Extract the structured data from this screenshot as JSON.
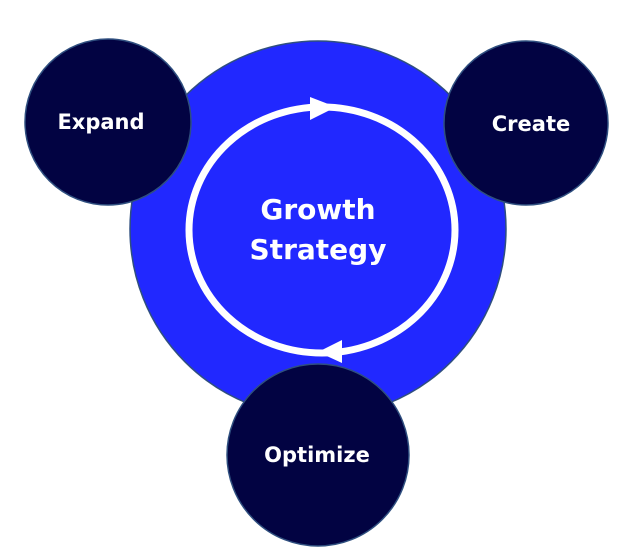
{
  "center": {
    "line1": "Growth",
    "line2": "Strategy"
  },
  "nodes": [
    {
      "label": "Expand"
    },
    {
      "label": "Create"
    },
    {
      "label": "Optimize"
    }
  ],
  "colors": {
    "main": "#2128FF",
    "node": "#020342",
    "outline": "#2F4F7F",
    "ring": "#FFFFFF"
  }
}
